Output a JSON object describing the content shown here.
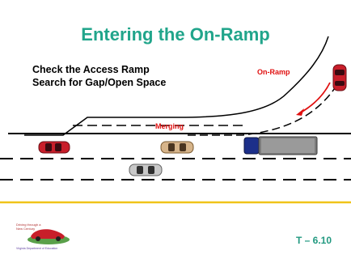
{
  "title": "Entering the On-Ramp",
  "instructions": [
    "Check the Access Ramp",
    "Search for Gap/Open Space"
  ],
  "labels": {
    "on_ramp": "On-Ramp",
    "merging": "Merging"
  },
  "slide_number": "T – 6.10",
  "logo": {
    "line1": "Driving through a",
    "line2": "New Century",
    "dept": "Virginia Department of Education"
  },
  "colors": {
    "title": "#21a58b",
    "label_red": "#e01010",
    "center_line": "#f0c419",
    "slide_number": "#229980"
  },
  "vehicles": [
    {
      "kind": "car",
      "color": "red",
      "location": "on-ramp"
    },
    {
      "kind": "car",
      "color": "red",
      "location": "left lane 1"
    },
    {
      "kind": "car",
      "color": "tan",
      "location": "lane 1"
    },
    {
      "kind": "truck",
      "color": "navy and gray",
      "location": "lane 1"
    },
    {
      "kind": "car",
      "color": "silver",
      "location": "lane 2"
    }
  ]
}
